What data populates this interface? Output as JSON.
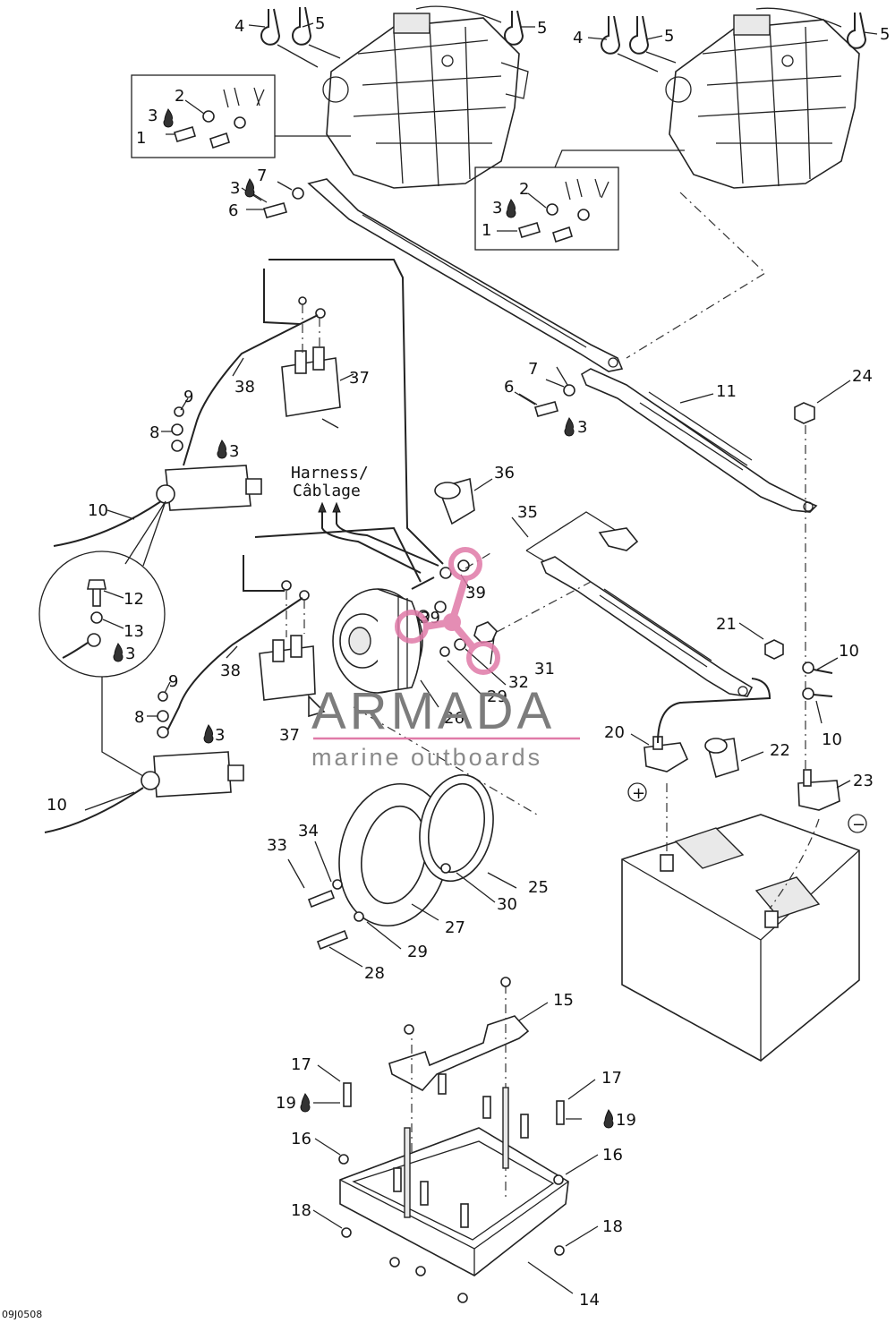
{
  "callouts": [
    {
      "id": "c4a",
      "text": "4"
    },
    {
      "id": "c5a",
      "text": "5"
    },
    {
      "id": "c5b",
      "text": "5"
    },
    {
      "id": "c4b",
      "text": "4"
    },
    {
      "id": "c5c",
      "text": "5"
    },
    {
      "id": "c5d",
      "text": "5"
    },
    {
      "id": "c2a",
      "text": "2"
    },
    {
      "id": "c3a",
      "text": "3"
    },
    {
      "id": "c1a",
      "text": "1"
    },
    {
      "id": "c7a",
      "text": "7"
    },
    {
      "id": "c3b",
      "text": "3"
    },
    {
      "id": "c6a",
      "text": "6"
    },
    {
      "id": "c2b",
      "text": "2"
    },
    {
      "id": "c3c",
      "text": "3"
    },
    {
      "id": "c1b",
      "text": "1"
    },
    {
      "id": "c38a",
      "text": "38"
    },
    {
      "id": "c37a",
      "text": "37"
    },
    {
      "id": "c9a",
      "text": "9"
    },
    {
      "id": "c8a",
      "text": "8"
    },
    {
      "id": "c3d",
      "text": "3"
    },
    {
      "id": "c10a",
      "text": "10"
    },
    {
      "id": "c7b",
      "text": "7"
    },
    {
      "id": "c6b",
      "text": "6"
    },
    {
      "id": "c3e",
      "text": "3"
    },
    {
      "id": "c11",
      "text": "11"
    },
    {
      "id": "c24",
      "text": "24"
    },
    {
      "id": "c36",
      "text": "36"
    },
    {
      "id": "c35",
      "text": "35"
    },
    {
      "id": "c12",
      "text": "12"
    },
    {
      "id": "c13",
      "text": "13"
    },
    {
      "id": "c3f",
      "text": "3"
    },
    {
      "id": "c39a",
      "text": "39"
    },
    {
      "id": "c39b",
      "text": "39"
    },
    {
      "id": "c31",
      "text": "31"
    },
    {
      "id": "c32",
      "text": "32"
    },
    {
      "id": "c29a",
      "text": "29"
    },
    {
      "id": "c26",
      "text": "26"
    },
    {
      "id": "c38b",
      "text": "38"
    },
    {
      "id": "c9b",
      "text": "9"
    },
    {
      "id": "c8b",
      "text": "8"
    },
    {
      "id": "c3g",
      "text": "3"
    },
    {
      "id": "c37b",
      "text": "37"
    },
    {
      "id": "c21",
      "text": "21"
    },
    {
      "id": "c10b",
      "text": "10"
    },
    {
      "id": "c10c",
      "text": "10"
    },
    {
      "id": "c20",
      "text": "20"
    },
    {
      "id": "c22",
      "text": "22"
    },
    {
      "id": "c23",
      "text": "23"
    },
    {
      "id": "c10d",
      "text": "10"
    },
    {
      "id": "c34",
      "text": "34"
    },
    {
      "id": "c33",
      "text": "33"
    },
    {
      "id": "c25",
      "text": "25"
    },
    {
      "id": "c30",
      "text": "30"
    },
    {
      "id": "c27",
      "text": "27"
    },
    {
      "id": "c29b",
      "text": "29"
    },
    {
      "id": "c28",
      "text": "28"
    },
    {
      "id": "c15",
      "text": "15"
    },
    {
      "id": "c17a",
      "text": "17"
    },
    {
      "id": "c19a",
      "text": "19"
    },
    {
      "id": "c17b",
      "text": "17"
    },
    {
      "id": "c19b",
      "text": "19"
    },
    {
      "id": "c16a",
      "text": "16"
    },
    {
      "id": "c16b",
      "text": "16"
    },
    {
      "id": "c18a",
      "text": "18"
    },
    {
      "id": "c18b",
      "text": "18"
    },
    {
      "id": "c14",
      "text": "14"
    }
  ],
  "harness_note": {
    "line1": "Harness/",
    "line2": "Câblage"
  },
  "polarity": {
    "positive": "+",
    "negative": "−"
  },
  "watermark": {
    "brand": "ARMADA",
    "tagline": "marine outboards",
    "color": "#e07aa8"
  },
  "figure_code": "09J0508"
}
